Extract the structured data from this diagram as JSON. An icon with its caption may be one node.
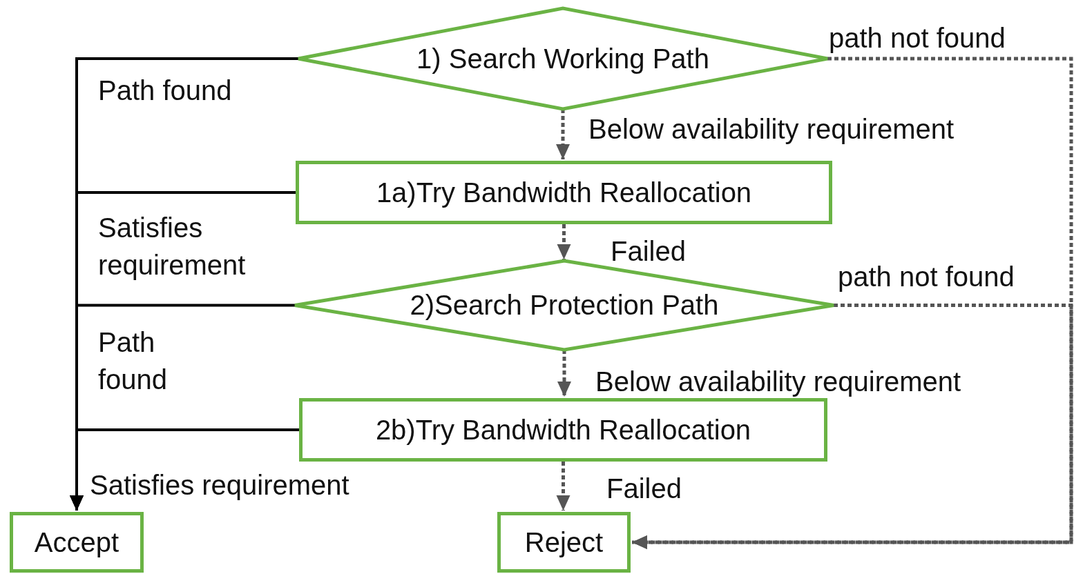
{
  "diagram": {
    "nodes": [
      {
        "text": [
          "1) Search Working Path"
        ]
      },
      {
        "text": [
          "1a)Try Bandwidth Reallocation"
        ]
      },
      {
        "text": [
          "2)Search Protection Path"
        ]
      },
      {
        "text": [
          "2b)Try Bandwidth Reallocation"
        ]
      },
      {
        "text": [
          "Accept"
        ]
      },
      {
        "text": [
          "Reject"
        ]
      }
    ],
    "edges": [
      {
        "from": 0,
        "to": 4,
        "arrow": "to",
        "label": "Path found"
      },
      {
        "from": 1,
        "to": 4,
        "arrow": "to",
        "label": "Satisfies requirement"
      },
      {
        "from": 2,
        "to": 4,
        "arrow": "to",
        "label": "Path found"
      },
      {
        "from": 3,
        "to": 4,
        "arrow": "to",
        "label": "Satisfies requirement"
      },
      {
        "from": 0,
        "to": 1,
        "arrow": "to",
        "label": "Below availability requirement",
        "style": "dashed",
        "color": "#555555"
      },
      {
        "from": 1,
        "to": 2,
        "arrow": "to",
        "label": "Failed",
        "style": "dashed",
        "color": "#555555"
      },
      {
        "from": 2,
        "to": 3,
        "arrow": "to",
        "label": "Below availability requirement",
        "style": "dashed",
        "color": "#555555"
      },
      {
        "from": 3,
        "to": 5,
        "arrow": "to",
        "label": "Failed",
        "style": "dashed",
        "color": "#555555"
      },
      {
        "from": 0,
        "to": 5,
        "arrow": "to",
        "label": "path not found",
        "style": "dashed",
        "color": "#555555"
      },
      {
        "from": 2,
        "to": 5,
        "arrow": "to",
        "label": "path not found",
        "style": "dashed",
        "color": "#555555"
      }
    ]
  }
}
